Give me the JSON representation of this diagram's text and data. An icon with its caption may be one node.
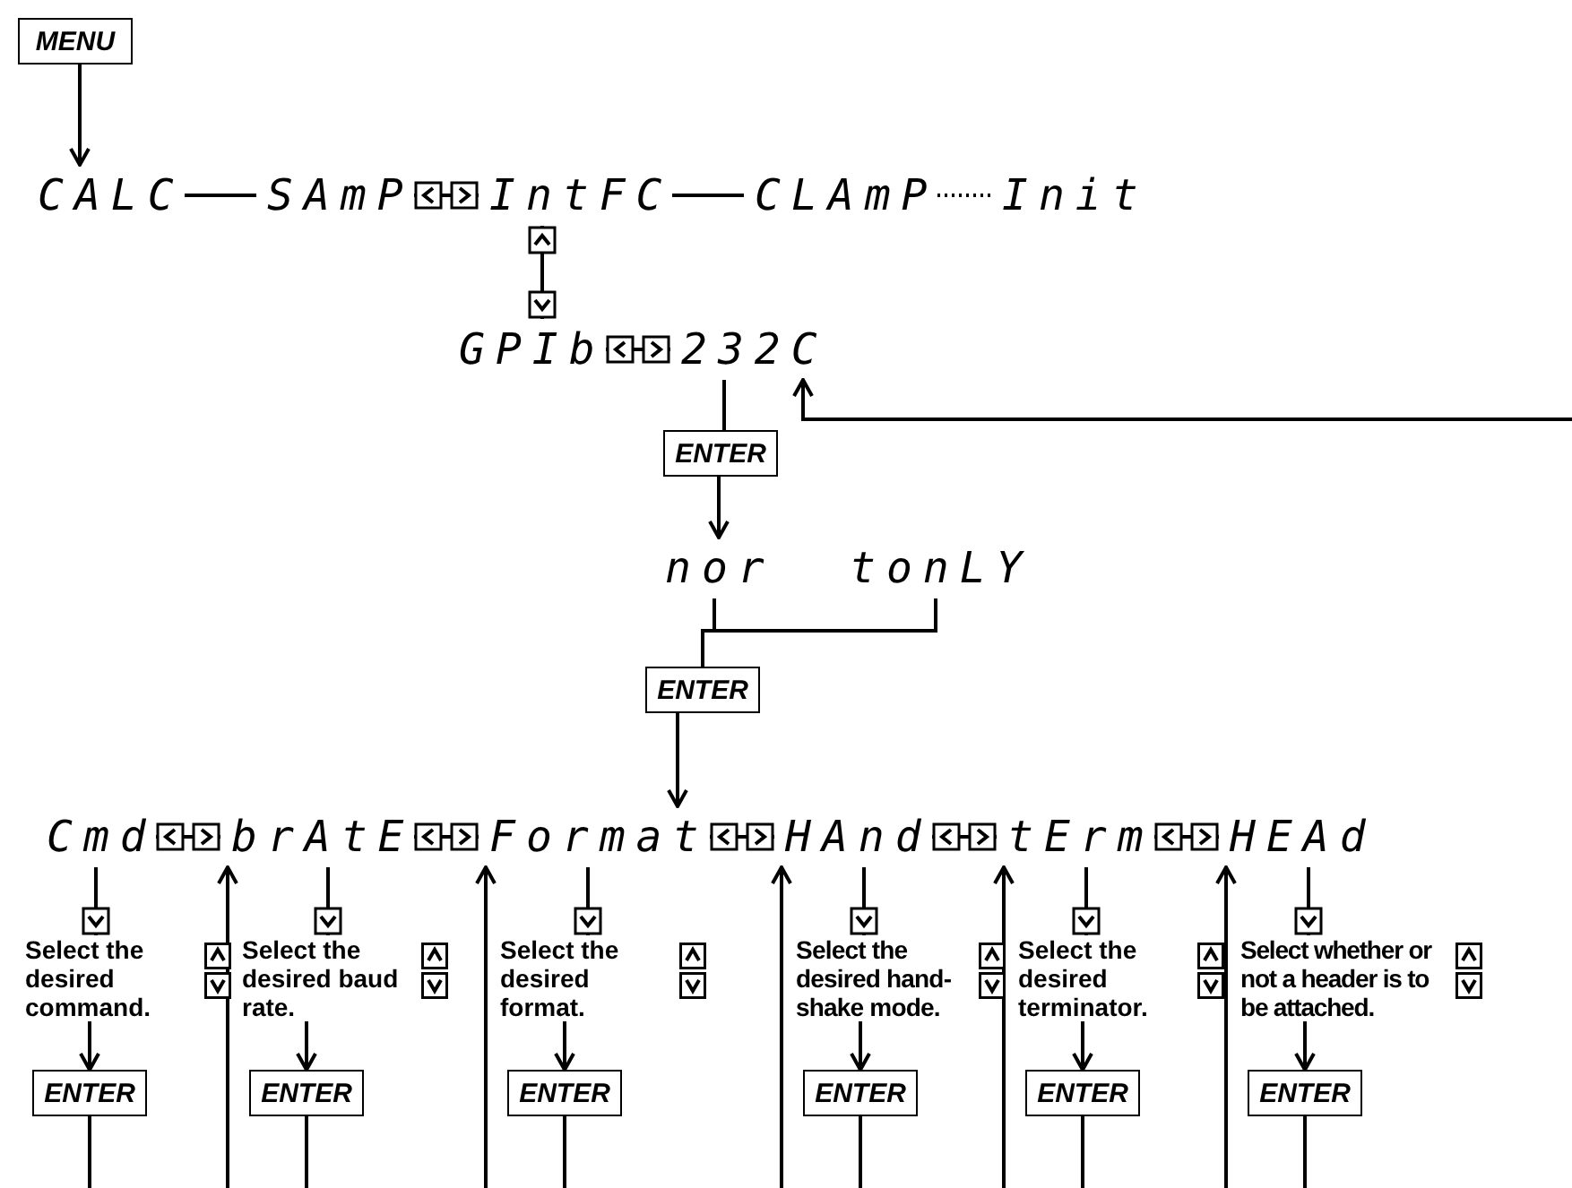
{
  "diagram": {
    "nodes": [
      {
        "text": [
          "MENU"
        ]
      },
      {
        "text": [
          "CALC"
        ]
      },
      {
        "text": [
          "SAmP"
        ]
      },
      {
        "text": [
          "IntFC"
        ]
      },
      {
        "text": [
          "CLAmP"
        ]
      },
      {
        "text": [
          "Init"
        ]
      },
      {
        "text": [
          "GPIb"
        ]
      },
      {
        "text": [
          "232C"
        ]
      },
      {
        "text": [
          "ENTER"
        ]
      },
      {
        "text": [
          "nor"
        ]
      },
      {
        "text": [
          "tonLY"
        ]
      },
      {
        "text": [
          "ENTER"
        ]
      },
      {
        "text": [
          "Cmd"
        ]
      },
      {
        "text": [
          "brAtE"
        ]
      },
      {
        "text": [
          "Format"
        ]
      },
      {
        "text": [
          "HAnd"
        ]
      },
      {
        "text": [
          "tErm"
        ]
      },
      {
        "text": [
          "HEAd"
        ]
      },
      {
        "text": [
          "Select the desired command."
        ]
      },
      {
        "text": [
          "ENTER"
        ]
      },
      {
        "text": [
          "Select the desired baud rate."
        ]
      },
      {
        "text": [
          "ENTER"
        ]
      },
      {
        "text": [
          "Select the desired format."
        ]
      },
      {
        "text": [
          "ENTER"
        ]
      },
      {
        "text": [
          "Select the desired hand-shake mode."
        ]
      },
      {
        "text": [
          "ENTER"
        ]
      },
      {
        "text": [
          "Select the desired terminator."
        ]
      },
      {
        "text": [
          "ENTER"
        ]
      },
      {
        "text": [
          "Select whether or not a header is to be attached."
        ]
      },
      {
        "text": [
          "ENTER"
        ]
      }
    ],
    "edges": [
      {
        "from": 0,
        "to": 1,
        "arrow": "to"
      },
      {
        "from": 1,
        "to": 2,
        "arrow": "none"
      },
      {
        "from": 2,
        "to": 3,
        "arrow": "other"
      },
      {
        "from": 3,
        "to": 4,
        "arrow": "none"
      },
      {
        "from": 4,
        "to": 5,
        "arrow": "none",
        "style": "dashed"
      },
      {
        "from": 3,
        "to": 6,
        "arrow": "other"
      },
      {
        "from": 6,
        "to": 7,
        "arrow": "other"
      },
      {
        "from": 7,
        "to": 8,
        "arrow": "none"
      },
      {
        "from": 8,
        "to": 9,
        "arrow": "to"
      },
      {
        "from": 9,
        "to": 11,
        "arrow": "none"
      },
      {
        "from": 10,
        "to": 11,
        "arrow": "none"
      },
      {
        "from": 11,
        "to": 14,
        "arrow": "to"
      },
      {
        "from": 12,
        "to": 13,
        "arrow": "other"
      },
      {
        "from": 13,
        "to": 14,
        "arrow": "other"
      },
      {
        "from": 14,
        "to": 15,
        "arrow": "other"
      },
      {
        "from": 15,
        "to": 16,
        "arrow": "other"
      },
      {
        "from": 16,
        "to": 17,
        "arrow": "other"
      },
      {
        "from": 12,
        "to": 18,
        "arrow": "other"
      },
      {
        "from": 18,
        "to": 19,
        "arrow": "to"
      },
      {
        "from": 19,
        "to": null,
        "arrow": "none"
      },
      {
        "from": 13,
        "to": 20,
        "arrow": "other"
      },
      {
        "from": 20,
        "to": 21,
        "arrow": "to"
      },
      {
        "from": 21,
        "to": null,
        "arrow": "none"
      },
      {
        "from": 14,
        "to": 22,
        "arrow": "other"
      },
      {
        "from": 22,
        "to": 23,
        "arrow": "to"
      },
      {
        "from": 23,
        "to": null,
        "arrow": "none"
      },
      {
        "from": 15,
        "to": 24,
        "arrow": "other"
      },
      {
        "from": 24,
        "to": 25,
        "arrow": "to"
      },
      {
        "from": 25,
        "to": null,
        "arrow": "none"
      },
      {
        "from": 16,
        "to": 26,
        "arrow": "other"
      },
      {
        "from": 26,
        "to": 27,
        "arrow": "to"
      },
      {
        "from": 27,
        "to": null,
        "arrow": "none"
      },
      {
        "from": 17,
        "to": 28,
        "arrow": "other"
      },
      {
        "from": 28,
        "to": 29,
        "arrow": "to"
      },
      {
        "from": 29,
        "to": null,
        "arrow": "none"
      },
      {
        "from": null,
        "to": 13,
        "arrow": "to"
      },
      {
        "from": null,
        "to": 14,
        "arrow": "to"
      },
      {
        "from": null,
        "to": 15,
        "arrow": "to"
      },
      {
        "from": null,
        "to": 16,
        "arrow": "to"
      },
      {
        "from": null,
        "to": 17,
        "arrow": "to"
      },
      {
        "from": null,
        "to": 7,
        "arrow": "to"
      }
    ]
  }
}
